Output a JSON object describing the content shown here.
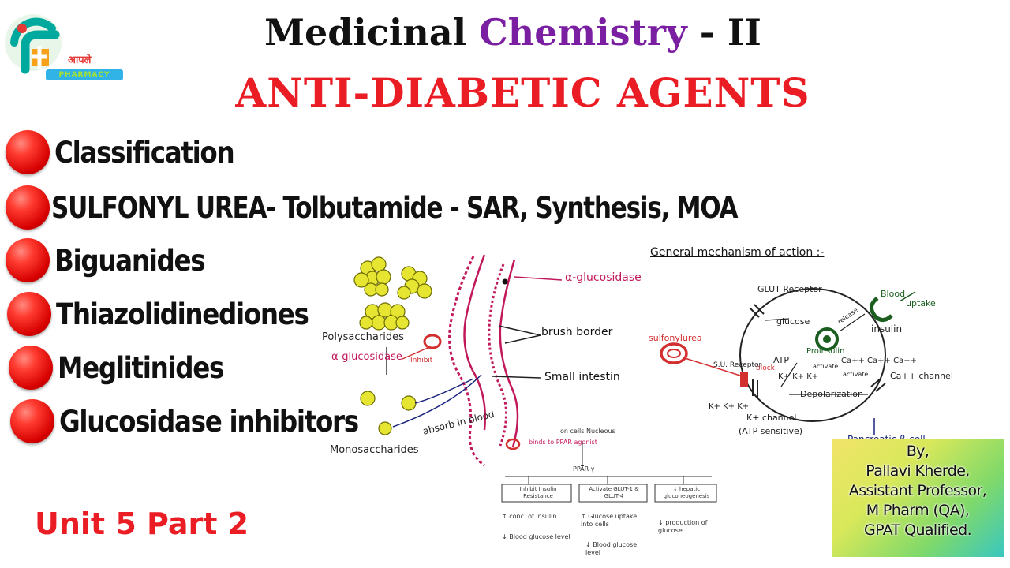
{
  "logo": {
    "text": "आपले",
    "band": "PHARMACY"
  },
  "title": {
    "line1_word1": "Medicinal",
    "line1_word2": "Chemistry",
    "line1_word3": "- II",
    "line2": "ANTI-DIABETIC AGENTS"
  },
  "topics": [
    {
      "label": "Classification"
    },
    {
      "label": "SULFONYL UREA- Tolbutamide - SAR, Synthesis, MOA"
    },
    {
      "label": "Biguanides"
    },
    {
      "label": "Thiazolidinediones"
    },
    {
      "label": "Meglitinides"
    },
    {
      "label": "Glucosidase inhibitors"
    }
  ],
  "unit_label": "Unit 5 Part 2",
  "author": {
    "line1": "By,",
    "line2": "Pallavi Kherde,",
    "line3": "Assistant Professor,",
    "line4": "M Pharm (QA),",
    "line5": "GPAT Qualified."
  },
  "intestine_sketch": {
    "polysaccharides": "Polysaccharides",
    "alpha_glucosidase": "α-glucosidase",
    "inhibit": "Inhibit",
    "alpha_glucosidase_top": "α-glucosidase",
    "brush_border": "brush border",
    "small_intestine": "Small intestin",
    "absorb_in_blood": "absorb in blood",
    "monosaccharides": "Monosaccharides"
  },
  "moa_sketch": {
    "heading": "General mechanism of action :-",
    "glut_receptor": "GLUT Receptor",
    "glucose": "glucose",
    "blood": "Blood",
    "uptake": "uptake",
    "insulin": "insulin",
    "release": "release",
    "sulfonylurea": "sulfonylurea",
    "su_receptor": "S.U. Receptor",
    "block": "block",
    "atp": "ATP",
    "proinsulin": "Proinsulin",
    "activate": "activate",
    "activate2": "activate",
    "ca_in": "Ca++ Ca++ Ca++",
    "ca_channel": "Ca++ channel",
    "k_ions": "K+ K+ K+",
    "depolarization": "Depolarization",
    "k_out": "K+ K+ K+",
    "k_channel": "K+ channel",
    "atp_sensitive": "(ATP sensitive)",
    "pancreatic": "Pancreatic β-cell."
  },
  "ppar_sketch": {
    "nucleus": "on cells Nucleous",
    "agonist": "binds to PPAR agonist",
    "ppar": "PPAR-γ",
    "box1": "Inhibit Insulin Resistance",
    "box2": "Activate GLUT-1 & GLUT-4",
    "box3": "↓ hepatic gluconeogenesis",
    "out1a": "↑ conc. of insulin",
    "out1b": "↓ Blood glucose level",
    "out2a": "↑ Glucose uptake into cells",
    "out2b": "↓ Blood glucose level",
    "out3a": "↓ production of glucose"
  },
  "colors": {
    "title_dark": "#111111",
    "title_purple": "#7b1fa2",
    "title_red": "#ea1c24",
    "bullet_red": "#d50000",
    "sketch_pink": "#c2185b",
    "sketch_green": "#1b5e20"
  }
}
